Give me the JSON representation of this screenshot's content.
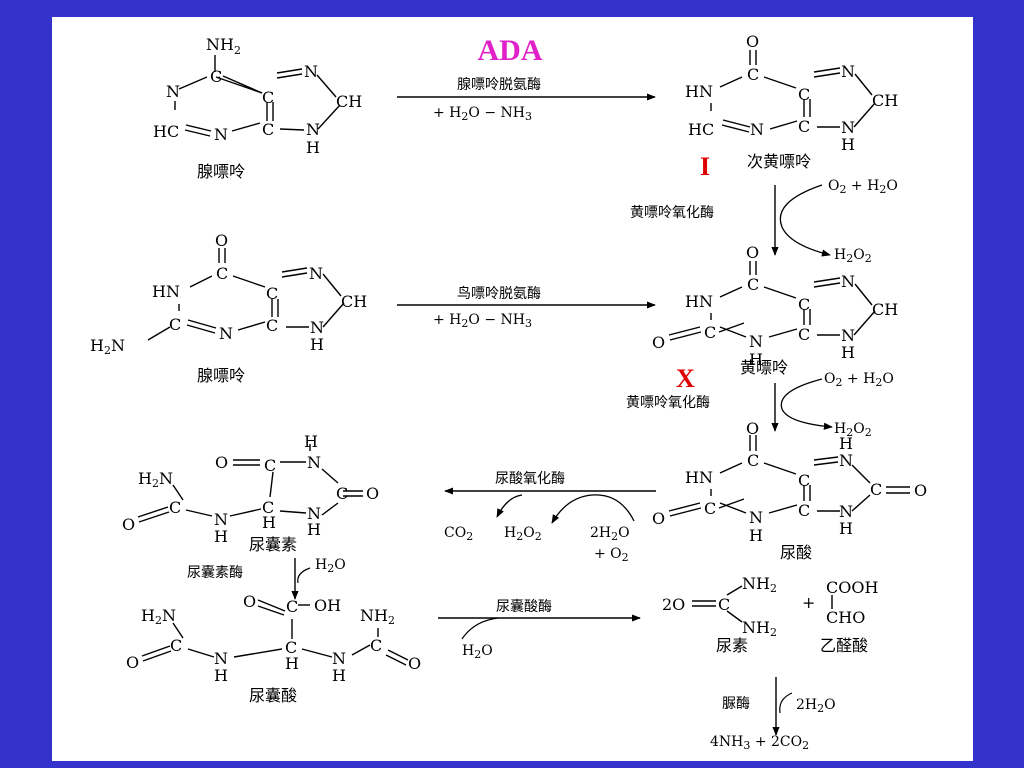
{
  "title": "ADA",
  "accent_colors": {
    "title": "#e020c8",
    "marker": "#e00000",
    "frame": "#3333cc"
  },
  "compounds": {
    "adenine": "腺嘌呤",
    "hypoxanthine": "次黄嘌呤",
    "guanine": "腺嘌呤",
    "xanthine": "黄嘌呤",
    "uric_acid": "尿酸",
    "allantoin": "尿囊素",
    "allantoic_acid": "尿囊酸",
    "urea": "尿素",
    "glyoxylic_acid": "乙醛酸"
  },
  "enzymes": {
    "adenosine_deaminase": "腺嘌呤脱氨酶",
    "guanine_deaminase": "鸟嘌呤脱氨酶",
    "xanthine_oxidase_1": "黄嘌呤氧化酶",
    "xanthine_oxidase_2": "黄嘌呤氧化酶",
    "urate_oxidase": "尿酸氧化酶",
    "allantoinase": "尿囊素酶",
    "allantoicase": "尿囊酸酶",
    "urease": "脲酶"
  },
  "markers": {
    "step1": "I",
    "step2": "X"
  },
  "conditions": {
    "deamination": "+ H2O   − NH3",
    "oxidation_in": "O2 + H2O",
    "oxidation_out": "H2O2",
    "urate_products": [
      "CO2",
      "H2O2",
      "2H2O",
      "+ O2"
    ],
    "hydration": "H2O",
    "urease_in": "2H2O",
    "final_products": "4NH3 +  2CO2",
    "plus": "+"
  }
}
